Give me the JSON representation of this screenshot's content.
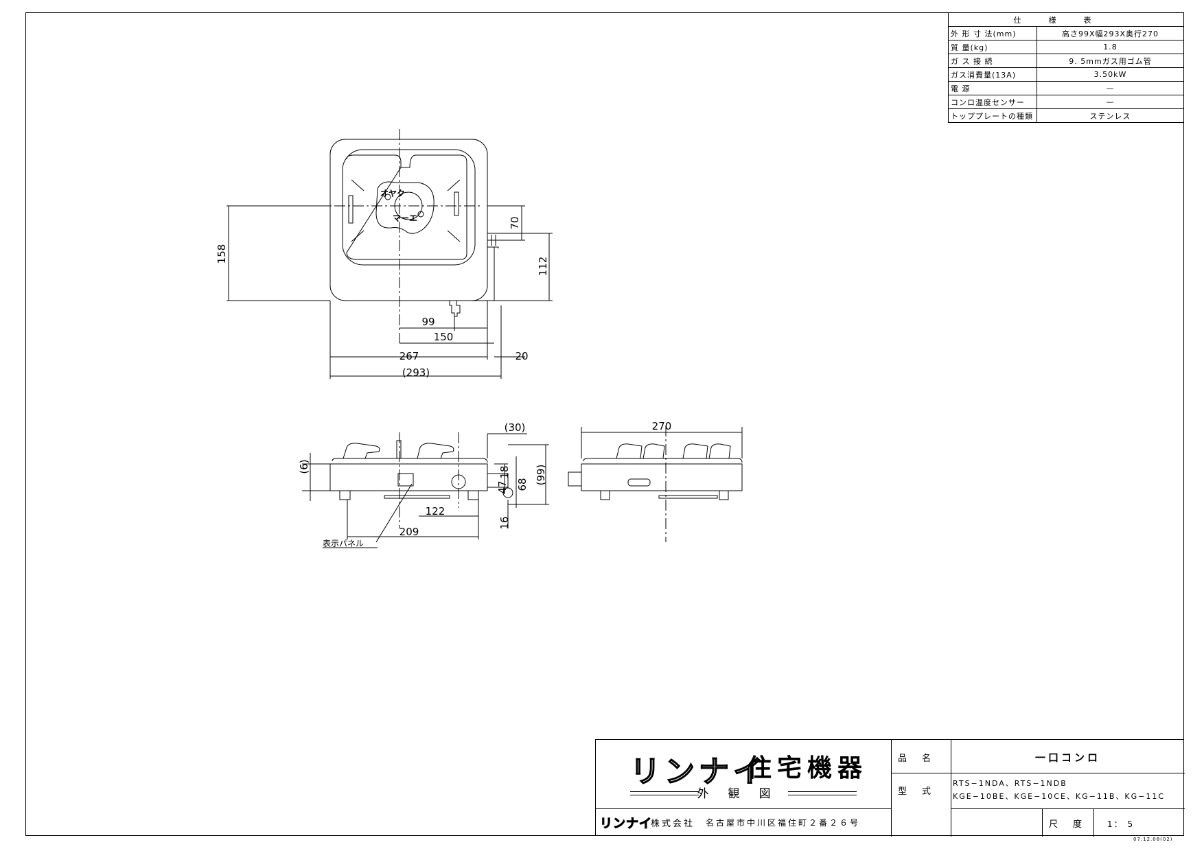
{
  "spec_table": {
    "header": "仕様表",
    "rows": [
      {
        "label": "外 形 寸 法(mm)",
        "value": "高さ99X幅293X奥行270"
      },
      {
        "label": "質 量(kg)",
        "value": "1.8"
      },
      {
        "label": "ガ ス 接 続",
        "value": "9. 5mmガス用ゴム管"
      },
      {
        "label": "ガス消費量(13A)",
        "value": "3.50kW"
      },
      {
        "label": "電 源",
        "value": "—"
      },
      {
        "label": "コンロ温度センサー",
        "value": "—"
      },
      {
        "label": "トッププレートの種類",
        "value": "ステンレス"
      }
    ]
  },
  "dimensions": {
    "plan": [
      "158",
      "70",
      "112",
      "99",
      "150",
      "267",
      "20",
      "(293)"
    ],
    "front": [
      "(30)",
      "(6)",
      "18",
      "47",
      "68",
      "(99)",
      "122",
      "209",
      "16"
    ],
    "side": [
      "270"
    ]
  },
  "labels": {
    "knob_top": "オヤク",
    "knob_bottom": "マーエ",
    "panel": "表示パネル"
  },
  "title_block": {
    "logo": "リンナイ",
    "house": "住宅機器",
    "view": "外観図",
    "company_logo": "リンナイ",
    "company_name": "株式会社",
    "address": "名古屋市中川区福住町２番２６号",
    "product_label": "品名",
    "product_name": "一口コンロ",
    "model_label": "型式",
    "model_line1": "RTS−1NDA、RTS−1NDB",
    "model_line2": "KGE−10BE、KGE−10CE、KG−11B、KG−11C",
    "scale_label": "尺度",
    "scale_value": "1： 5"
  },
  "stamp": "07.12.08(02)"
}
